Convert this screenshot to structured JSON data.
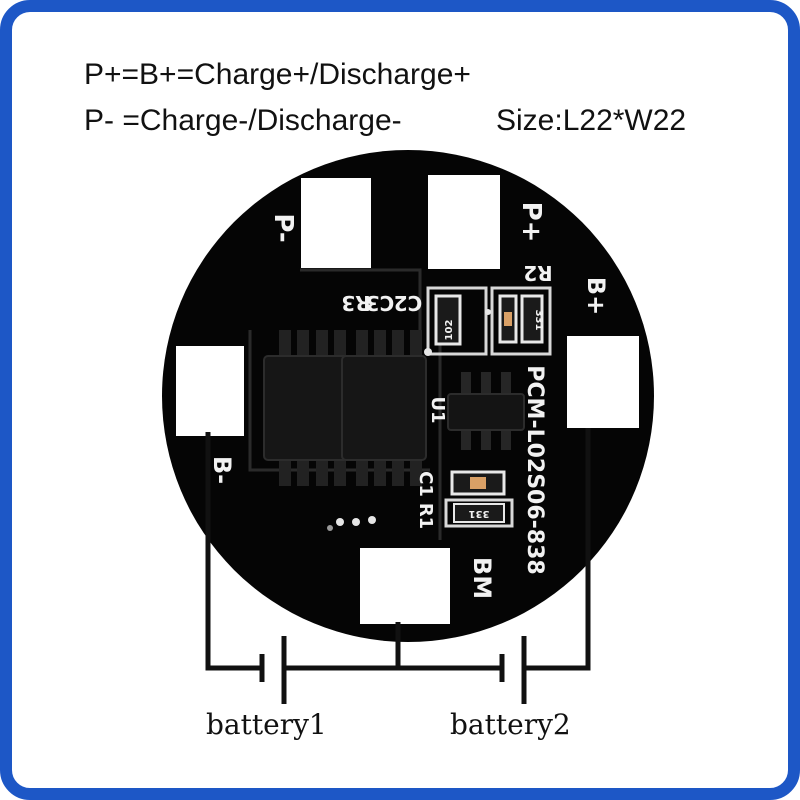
{
  "header": {
    "line1": "P+=B+=Charge+/Discharge+",
    "line2": "P- =Charge-/Discharge-",
    "size": "Size:L22*W22"
  },
  "board": {
    "label_p_minus": "P-",
    "label_p_plus": "P+",
    "label_b_plus": "B+",
    "label_b_minus": "B-",
    "label_bm": "BM",
    "label_r2": "R2",
    "label_c2": "C2",
    "label_c3": "C3",
    "label_r3": "R3",
    "label_u1": "U1",
    "label_c1": "C1",
    "label_r1": "R1",
    "model": "PCM-L02S06-838",
    "resistor_r3_code": "102",
    "resistor_r2_code": "331",
    "resistor_r1_code": "331"
  },
  "batteries": {
    "battery1": "battery1",
    "battery2": "battery2"
  },
  "colors": {
    "frame": "#1d57c6",
    "board": "#050505",
    "pad": "#ffffff",
    "silkscreen": "#f2f2f2"
  }
}
